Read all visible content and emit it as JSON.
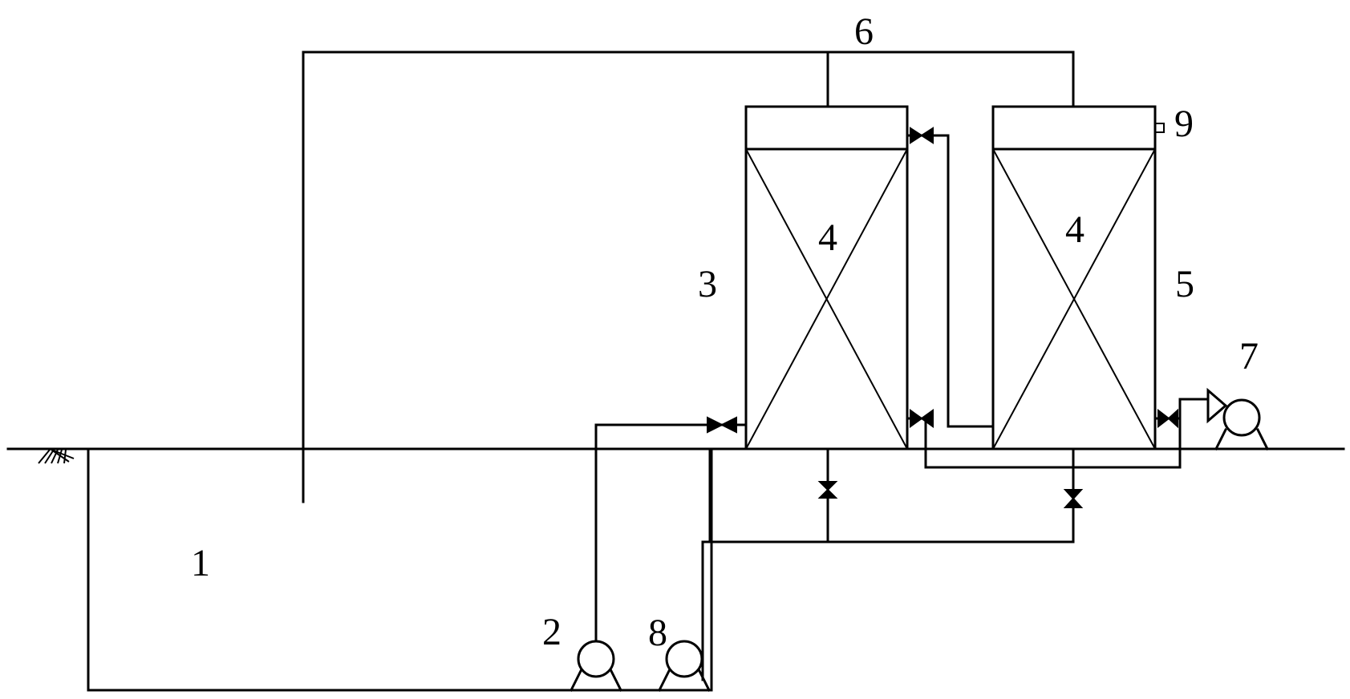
{
  "labels": {
    "pool": "1",
    "lift_pump": "2",
    "tank_first": "3",
    "packing_first": "4",
    "packing_second": "4",
    "tank_second": "5",
    "vent_pipe": "6",
    "outlet_pump": "7",
    "return_pump": "8",
    "sensor": "9"
  },
  "colors": {
    "line": "#000000",
    "background": "#ffffff"
  },
  "icons": [
    "ground-hatch-icon",
    "pump-icon",
    "gate-valve-icon"
  ]
}
